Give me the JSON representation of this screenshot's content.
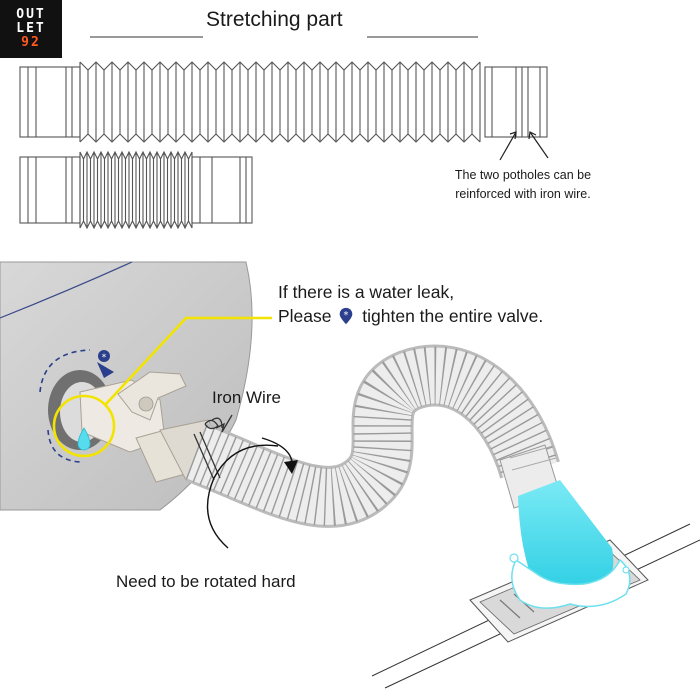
{
  "logo": {
    "line1": "OUT",
    "line2": "LET",
    "line3": "92"
  },
  "title": "Stretching part",
  "note": "The two potholes can be reinforced with iron wire.",
  "leak": {
    "line1": "If there is a water leak,",
    "line2_before": "Please",
    "line2_after": "tighten the entire valve."
  },
  "labels": {
    "iron_wire": "Iron Wire",
    "rotate": "Need to be rotated hard"
  },
  "colors": {
    "highlight": "#f2e400",
    "water": "#56dcec",
    "accent_blue": "#2b3f8c",
    "tank": "#c9c9c9",
    "logo_orange": "#ff5a1f"
  },
  "icons": [
    "gear-icon",
    "water-drop-icon",
    "rotate-arrow-icon",
    "iron-wire-icon",
    "floor-drain-icon"
  ]
}
